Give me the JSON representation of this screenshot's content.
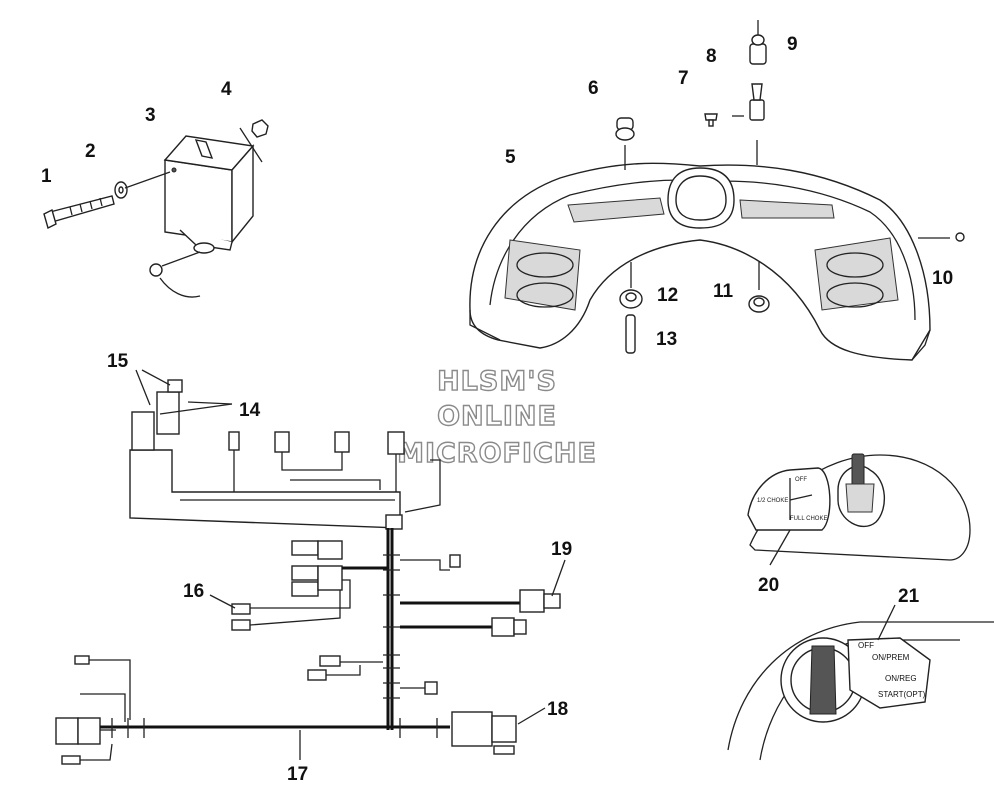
{
  "watermark": [
    "HLSM'S",
    "ONLINE",
    "MICROFICHE"
  ],
  "callouts": [
    "1",
    "2",
    "3",
    "4",
    "5",
    "6",
    "7",
    "8",
    "9",
    "10",
    "11",
    "12",
    "13",
    "14",
    "15",
    "16",
    "17",
    "18",
    "19",
    "20",
    "21"
  ],
  "choke_panel": {
    "labels": [
      "OFF",
      "1/2 CHOKE",
      "FULL CHOKE"
    ]
  },
  "key_switch": {
    "positions": [
      "OFF",
      "ON/PREM",
      "ON/REG",
      "START(OPT)"
    ]
  }
}
